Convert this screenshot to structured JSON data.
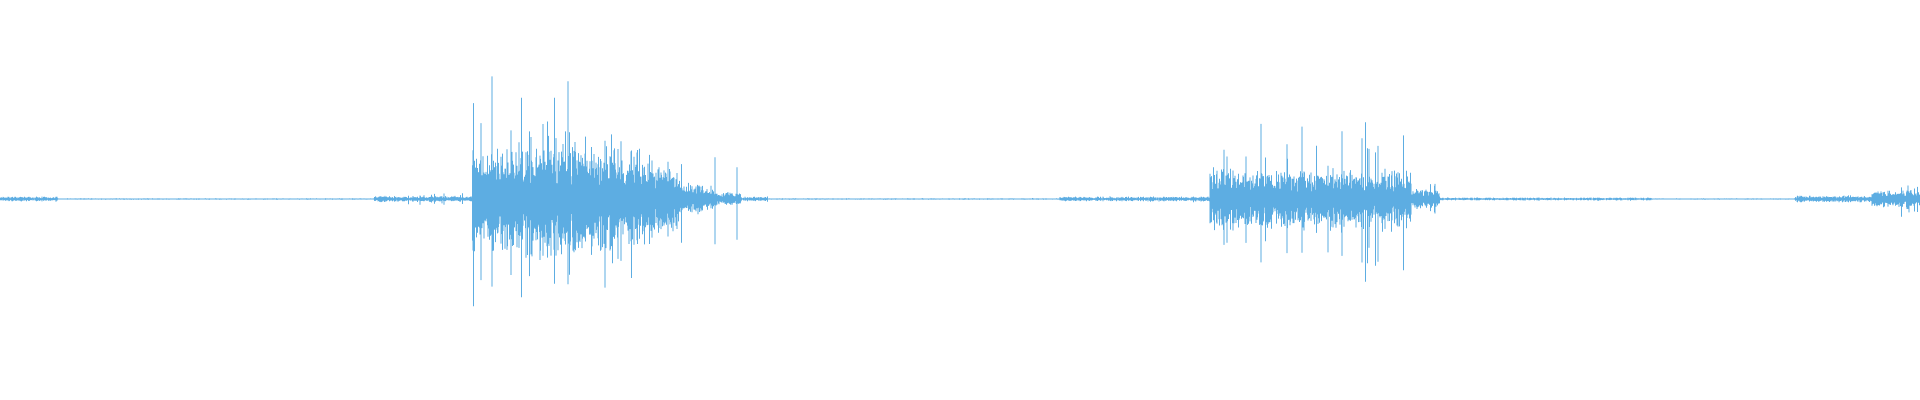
{
  "waveform": {
    "color": "#5dade2",
    "background": "#ffffff",
    "duration_fraction_segments": [
      {
        "start": 0.0,
        "end": 0.03,
        "amp": 0.01,
        "peak": 0.016
      },
      {
        "start": 0.03,
        "end": 0.195,
        "amp": 0.003,
        "peak": 0.004
      },
      {
        "start": 0.195,
        "end": 0.246,
        "amp": 0.012,
        "peak": 0.028
      },
      {
        "start": 0.246,
        "end": 0.262,
        "amp": 0.22,
        "peak": 0.7
      },
      {
        "start": 0.262,
        "end": 0.28,
        "amp": 0.24,
        "peak": 0.6
      },
      {
        "start": 0.28,
        "end": 0.3,
        "amp": 0.28,
        "peak": 0.63
      },
      {
        "start": 0.3,
        "end": 0.318,
        "amp": 0.22,
        "peak": 0.45
      },
      {
        "start": 0.318,
        "end": 0.34,
        "amp": 0.2,
        "peak": 0.43
      },
      {
        "start": 0.34,
        "end": 0.355,
        "amp": 0.14,
        "peak": 0.42
      },
      {
        "start": 0.355,
        "end": 0.372,
        "amp": 0.06,
        "peak": 0.14
      },
      {
        "start": 0.372,
        "end": 0.386,
        "amp": 0.03,
        "peak": 0.26
      },
      {
        "start": 0.386,
        "end": 0.4,
        "amp": 0.01,
        "peak": 0.018
      },
      {
        "start": 0.4,
        "end": 0.552,
        "amp": 0.003,
        "peak": 0.005
      },
      {
        "start": 0.552,
        "end": 0.63,
        "amp": 0.01,
        "peak": 0.02
      },
      {
        "start": 0.63,
        "end": 0.735,
        "amp": 0.13,
        "peak": 0.4
      },
      {
        "start": 0.735,
        "end": 0.75,
        "amp": 0.04,
        "peak": 0.08
      },
      {
        "start": 0.75,
        "end": 0.86,
        "amp": 0.006,
        "peak": 0.01
      },
      {
        "start": 0.86,
        "end": 0.935,
        "amp": 0.003,
        "peak": 0.005
      },
      {
        "start": 0.935,
        "end": 0.975,
        "amp": 0.014,
        "peak": 0.025
      },
      {
        "start": 0.975,
        "end": 1.0,
        "amp": 0.035,
        "peak": 0.09
      }
    ]
  }
}
